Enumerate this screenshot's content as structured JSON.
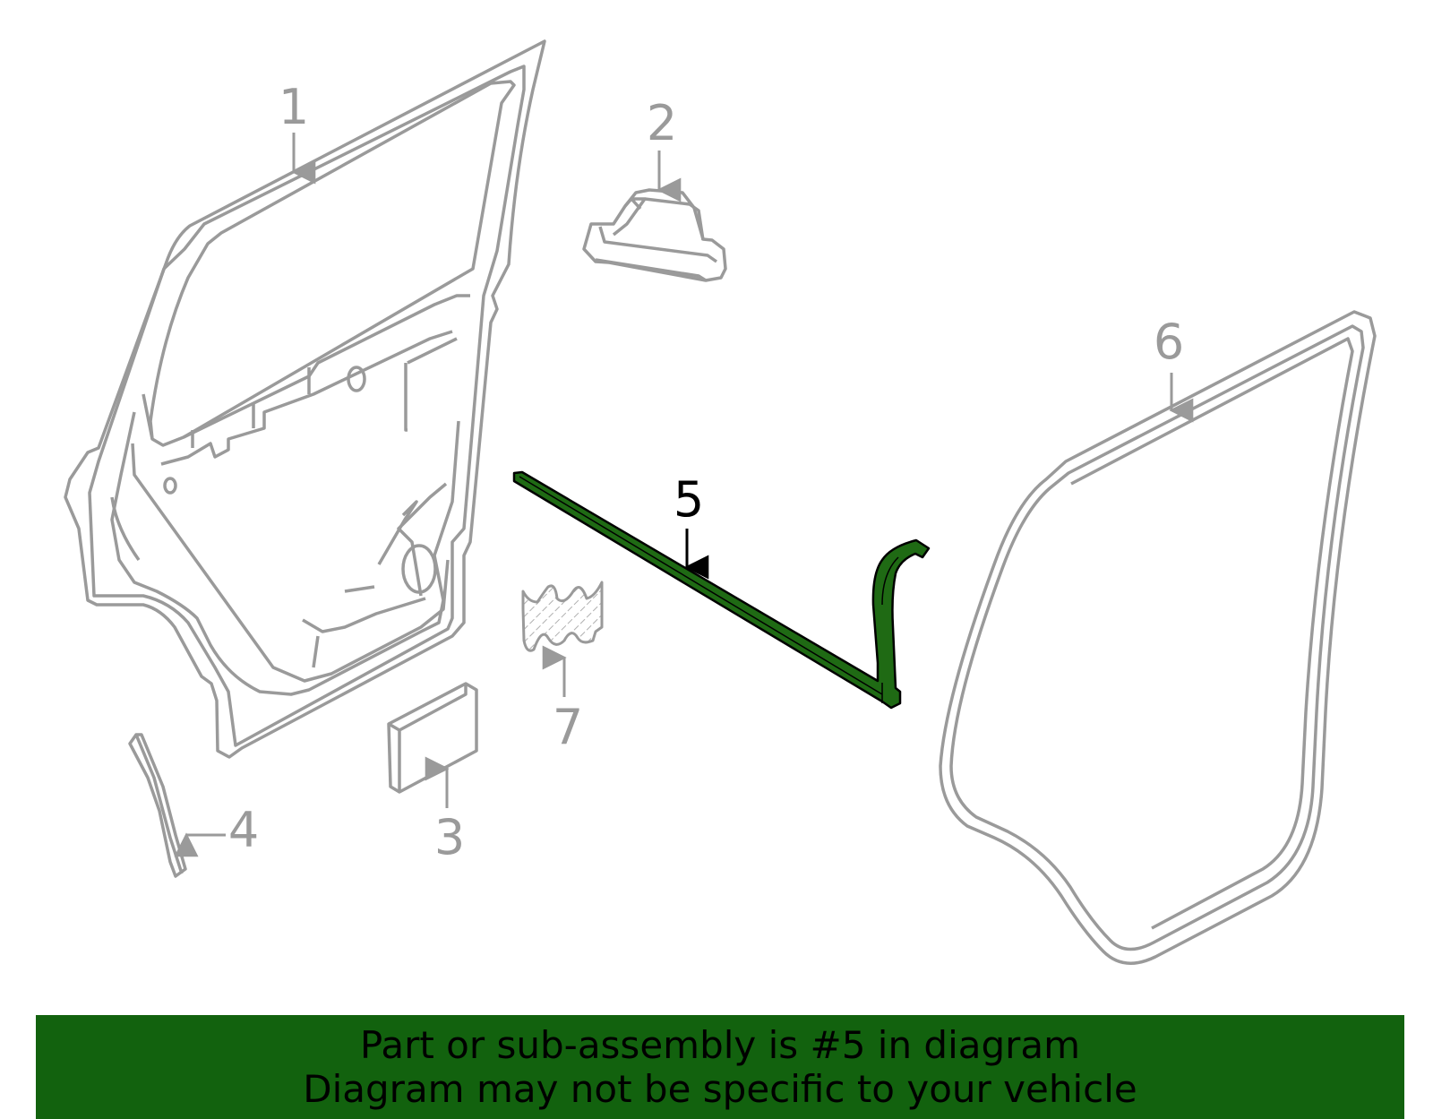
{
  "callouts": [
    {
      "num": "1"
    },
    {
      "num": "2"
    },
    {
      "num": "3"
    },
    {
      "num": "4"
    },
    {
      "num": "5",
      "highlighted": true
    },
    {
      "num": "6"
    },
    {
      "num": "7"
    }
  ],
  "banner": {
    "line1": "Part or sub-assembly is #5 in diagram",
    "line2": "Diagram may not be specific to your vehicle"
  },
  "colors": {
    "part_outline": "#9a9a9a",
    "highlight_fill": "#1f6a14",
    "banner_bg": "#12620e",
    "text": "#000000"
  }
}
